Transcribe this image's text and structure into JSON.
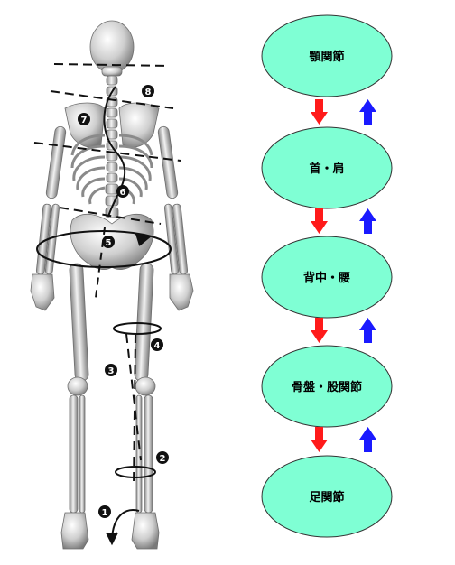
{
  "flow": {
    "nodes": [
      {
        "id": "jaw",
        "label": "顎関節"
      },
      {
        "id": "neck",
        "label": "首・肩"
      },
      {
        "id": "back",
        "label": "背中・腰"
      },
      {
        "id": "pelvis",
        "label": "骨盤・股関節"
      },
      {
        "id": "ankle",
        "label": "足関節"
      }
    ],
    "colors": {
      "node_fill": "#7fffd4",
      "node_stroke": "#333333",
      "down_arrow": "#ff1a1a",
      "up_arrow": "#1a1aff"
    }
  },
  "markers": [
    {
      "id": "1",
      "label": "1"
    },
    {
      "id": "2",
      "label": "2"
    },
    {
      "id": "3",
      "label": "3"
    },
    {
      "id": "4",
      "label": "4"
    },
    {
      "id": "5",
      "label": "5"
    },
    {
      "id": "6",
      "label": "6"
    },
    {
      "id": "7",
      "label": "7"
    },
    {
      "id": "8",
      "label": "8"
    }
  ]
}
